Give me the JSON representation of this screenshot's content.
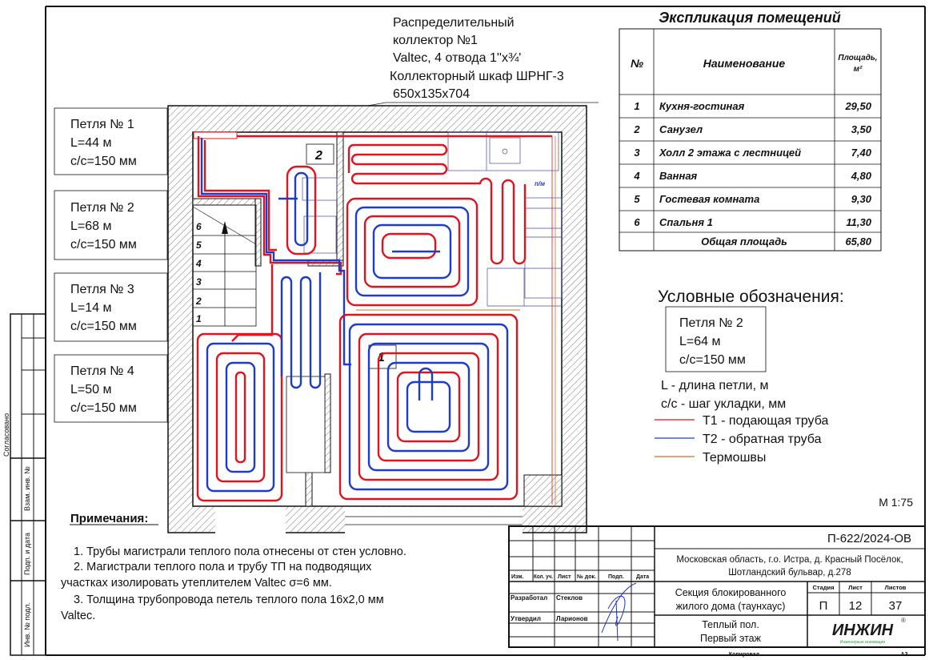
{
  "collector": {
    "lines": [
      "Распределительный",
      "коллектор №1",
      "Valtec, 4 отвода 1''x¾'",
      "Коллекторный шкаф ШРНГ-3",
      "650x135x704"
    ]
  },
  "loops": [
    {
      "title": "Петля № 1",
      "length": "L=44 м",
      "step": "c/c=150 мм"
    },
    {
      "title": "Петля № 2",
      "length": "L=68 м",
      "step": "c/c=150 мм"
    },
    {
      "title": "Петля № 3",
      "length": "L=14 м",
      "step": "c/c=150 мм"
    },
    {
      "title": "Петля № 4",
      "length": "L=50 м",
      "step": "c/c=150 мм"
    }
  ],
  "plan": {
    "room_tags": [
      "2",
      "1"
    ],
    "stair_steps": [
      "6",
      "5",
      "4",
      "3",
      "2",
      "1"
    ],
    "pm_label": "п/м",
    "colors": {
      "supply": "#e0141e",
      "return": "#1e3ccc",
      "thermo": "#c8782a",
      "wall_hatch": "#555555"
    }
  },
  "explication": {
    "title": "Экспликация помещений",
    "headers": {
      "num": "№",
      "name": "Наименование",
      "area": "Площадь,",
      "area_unit": "м²"
    },
    "rows": [
      {
        "num": "1",
        "name": "Кухня-гостиная",
        "area": "29,50"
      },
      {
        "num": "2",
        "name": "Санузел",
        "area": "3,50"
      },
      {
        "num": "3",
        "name": "Холл 2 этажа с лестницей",
        "area": "7,40"
      },
      {
        "num": "4",
        "name": "Ванная",
        "area": "4,80"
      },
      {
        "num": "5",
        "name": "Гостевая комната",
        "area": "9,30"
      },
      {
        "num": "6",
        "name": "Спальня 1",
        "area": "11,30"
      }
    ],
    "total_label": "Общая площадь",
    "total_area": "65,80"
  },
  "legend": {
    "title": "Условные обозначения:",
    "sample": {
      "title": "Петля № 2",
      "length": "L=64 м",
      "step": "c/c=150 мм"
    },
    "length_def": "L - длина петли, м",
    "step_def": "c/c - шаг укладки, мм",
    "items": [
      {
        "label": "Т1 - подающая труба",
        "color": "#e0141e"
      },
      {
        "label": "Т2 - обратная труба",
        "color": "#1e3ccc"
      },
      {
        "label": "Термошвы",
        "color": "#c8782a"
      }
    ]
  },
  "scale": "М 1:75",
  "notes": {
    "title": "Примечания:",
    "lines": [
      "1.    Трубы магистрали теплого пола отнесены от стен условно.",
      "2.    Магистрали теплого пола и трубу ТП на подводящих",
      "участках изолировать утеплителем Valtec σ=6 мм.",
      "3.    Толщина трубопровода петель теплого пола 16x2,0 мм",
      "Valtec."
    ]
  },
  "side_stamp": [
    "Согласовано",
    "Взам. инв. №",
    "Подп. и дата",
    "Инв. № подл."
  ],
  "title_block": {
    "code": "П-622/2024-ОВ",
    "address1": "Московская область, г.о. Истра, д. Красный Посёлок,",
    "address2": "Шотландский бульвар, д.278",
    "grid_headers": [
      "Изм.",
      "Кол. уч.",
      "Лист",
      "№ док.",
      "Подп.",
      "Дата"
    ],
    "developed_label": "Разработал",
    "developed_name": "Стеклов",
    "approved_label": "Утвердил",
    "approved_name": "Ларионов",
    "object1": "Секция блокированного",
    "object2": "жилого дома (таунхаус)",
    "stage_header": "Стадия",
    "sheet_header": "Лист",
    "sheets_header": "Листов",
    "stage": "П",
    "sheet": "12",
    "sheets": "37",
    "drawing1": "Теплый пол.",
    "drawing2": "Первый этаж",
    "logo": "ИНЖИН",
    "logo_sub": "Инженерные инновации",
    "copied": "Копировал",
    "format": "А3"
  }
}
